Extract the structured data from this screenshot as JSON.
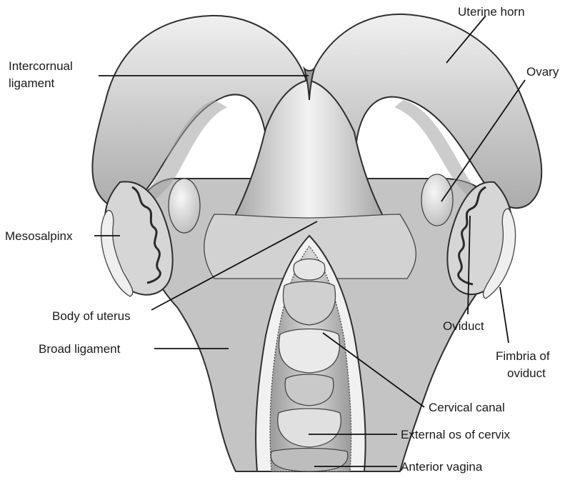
{
  "diagram": {
    "labels": {
      "uterine_horn": "Uterine horn",
      "intercornual_1": "Intercornual",
      "intercornual_2": "ligament",
      "ovary": "Ovary",
      "mesosalpinx": "Mesosalpinx",
      "body_of_uterus": "Body of uterus",
      "broad_ligament": "Broad ligament",
      "oviduct": "Oviduct",
      "fimbria_1": "Fimbria of",
      "fimbria_2": "oviduct",
      "cervical_canal": "Cervical canal",
      "external_os": "External os of cervix",
      "anterior_vagina": "Anterior vagina"
    },
    "colors": {
      "tissue_light": "#e4e4e4",
      "tissue_mid": "#bdbdbd",
      "tissue_dark": "#8c8c8c",
      "outline": "#2e2e2e",
      "label_text": "#1a1a1a",
      "background": "#ffffff"
    }
  }
}
